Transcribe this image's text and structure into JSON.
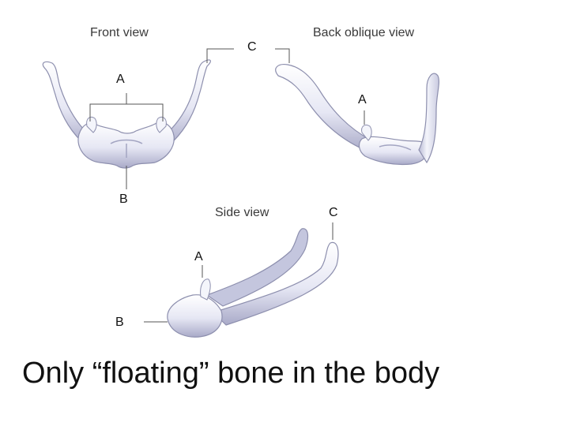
{
  "views": {
    "front": "Front view",
    "back_oblique": "Back oblique view",
    "side": "Side view"
  },
  "labels": {
    "a": "A",
    "b": "B",
    "c": "C"
  },
  "caption": "Only “floating” bone in the body",
  "colors": {
    "bone_fill": "#eceef8",
    "bone_shade": "#a9aac8",
    "bone_outline": "#7d7f9e",
    "leader_line": "#555555"
  }
}
